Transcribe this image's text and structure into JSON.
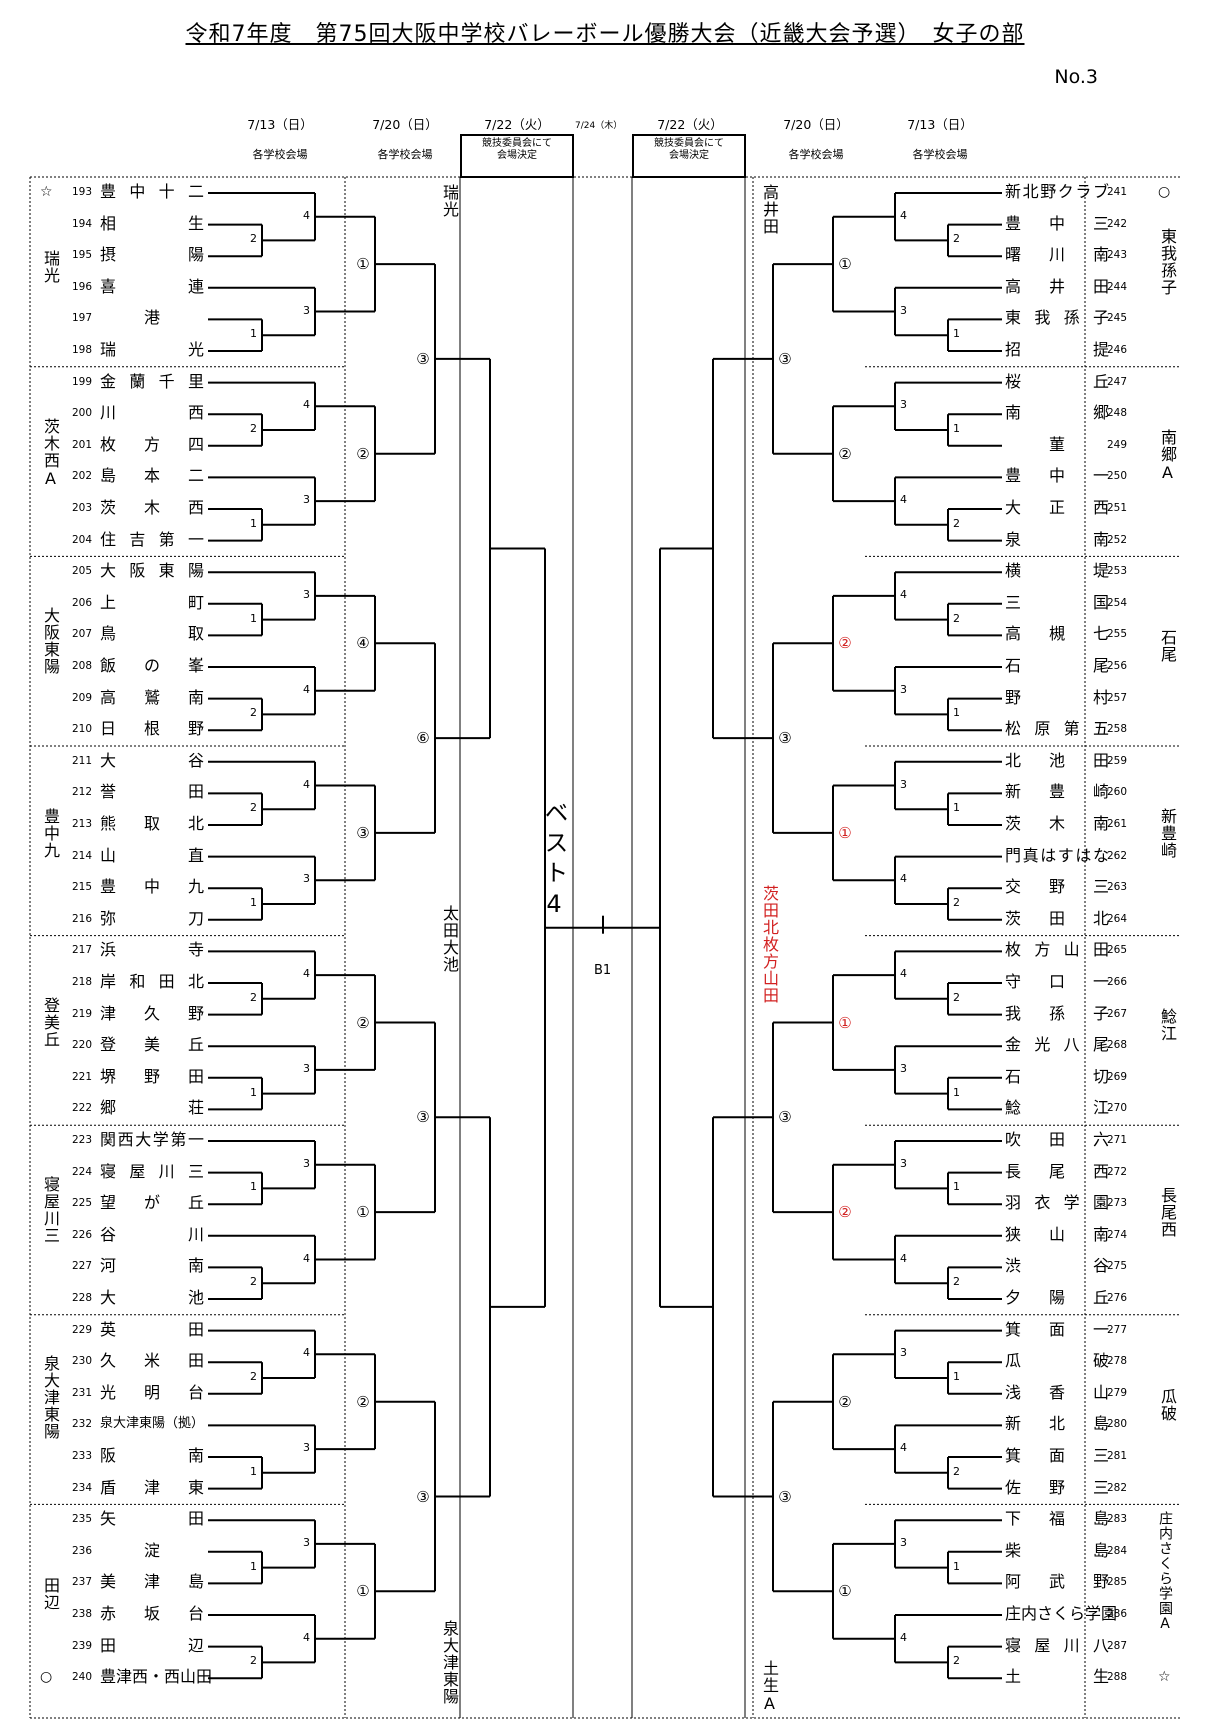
{
  "title": "令和7年度　第75回大阪中学校バレーボール優勝大会（近畿大会予選）　女子の部",
  "page_no": "No.3",
  "header": {
    "left_dates": [
      "7/13（日）",
      "7/20（日）",
      "7/22（火）"
    ],
    "left_venues": [
      "各学校会場",
      "各学校会場",
      "競技委員会にて\n会場決定"
    ],
    "center_date": "7/24（木）",
    "right_dates": [
      "7/22（火）",
      "7/20（日）",
      "7/13（日）"
    ],
    "right_venues": [
      "競技委員会にて\n会場決定",
      "各学校会場",
      "各学校会場"
    ]
  },
  "center": {
    "label": "ベスト4",
    "court": "B1"
  },
  "left_host_labels": [
    {
      "text": "瑞光",
      "red": false
    },
    {
      "text": "太田大池",
      "red": false
    },
    {
      "text": "泉大津東陽",
      "red": false
    }
  ],
  "right_host_labels": [
    {
      "text": "高井田",
      "red": false
    },
    {
      "text": "茨田北枚方山田",
      "red": true
    },
    {
      "text": "土生A",
      "red": false
    }
  ],
  "left_blocks": [
    {
      "host": "瑞光",
      "teams": [
        [
          "193",
          "豊中十二"
        ],
        [
          "194",
          "相生"
        ],
        [
          "195",
          "摂陽"
        ],
        [
          "196",
          "喜連"
        ],
        [
          "197",
          "港"
        ],
        [
          "198",
          "瑞光"
        ]
      ],
      "scores": [
        "4",
        "2",
        "1",
        "3"
      ],
      "r1": "①",
      "r1_red": false
    },
    {
      "host": "茨木西A",
      "teams": [
        [
          "199",
          "金蘭千里"
        ],
        [
          "200",
          "川西"
        ],
        [
          "201",
          "枚方四"
        ],
        [
          "202",
          "島本二"
        ],
        [
          "203",
          "茨木西"
        ],
        [
          "204",
          "住吉第一"
        ]
      ],
      "scores": [
        "4",
        "2",
        "1",
        "3"
      ],
      "r1": "②",
      "r1_red": false
    },
    {
      "host": "大阪東陽",
      "teams": [
        [
          "205",
          "大阪東陽"
        ],
        [
          "206",
          "上町"
        ],
        [
          "207",
          "鳥取"
        ],
        [
          "208",
          "飯の峯"
        ],
        [
          "209",
          "高鷲南"
        ],
        [
          "210",
          "日根野"
        ]
      ],
      "scores": [
        "3",
        "1",
        "2",
        "4"
      ],
      "r1": "④",
      "r1_red": false
    },
    {
      "host": "豊中九",
      "teams": [
        [
          "211",
          "大谷"
        ],
        [
          "212",
          "誉田"
        ],
        [
          "213",
          "熊取北"
        ],
        [
          "214",
          "山直"
        ],
        [
          "215",
          "豊中九"
        ],
        [
          "216",
          "弥刀"
        ]
      ],
      "scores": [
        "4",
        "2",
        "1",
        "3"
      ],
      "r1": "③",
      "r1_red": false
    },
    {
      "host": "登美丘",
      "teams": [
        [
          "217",
          "浜寺"
        ],
        [
          "218",
          "岸和田北"
        ],
        [
          "219",
          "津久野"
        ],
        [
          "220",
          "登美丘"
        ],
        [
          "221",
          "堺野田"
        ],
        [
          "222",
          "郷荘"
        ]
      ],
      "scores": [
        "4",
        "2",
        "1",
        "3"
      ],
      "r1": "②",
      "r1_red": false
    },
    {
      "host": "寝屋川三",
      "teams": [
        [
          "223",
          "関西大学第一"
        ],
        [
          "224",
          "寝屋川三"
        ],
        [
          "225",
          "望が丘"
        ],
        [
          "226",
          "谷川"
        ],
        [
          "227",
          "河南"
        ],
        [
          "228",
          "大池"
        ]
      ],
      "scores": [
        "3",
        "1",
        "2",
        "4"
      ],
      "r1": "①",
      "r1_red": false
    },
    {
      "host": "泉大津東陽",
      "teams": [
        [
          "229",
          "英田"
        ],
        [
          "230",
          "久米田"
        ],
        [
          "231",
          "光明台"
        ],
        [
          "232",
          "泉大津東陽（拠）"
        ],
        [
          "233",
          "阪南"
        ],
        [
          "234",
          "盾津東"
        ]
      ],
      "scores": [
        "4",
        "2",
        "1",
        "3"
      ],
      "r1": "②",
      "r1_red": false
    },
    {
      "host": "田辺",
      "teams": [
        [
          "235",
          "矢田"
        ],
        [
          "236",
          "淀"
        ],
        [
          "237",
          "美津島"
        ],
        [
          "238",
          "赤坂台"
        ],
        [
          "239",
          "田辺"
        ],
        [
          "240",
          "豊津西・西山田"
        ]
      ],
      "scores": [
        "3",
        "1",
        "2",
        "4"
      ],
      "r1": "①",
      "r1_red": false
    }
  ],
  "left_r2": [
    "③",
    "⑥",
    "③",
    "③"
  ],
  "right_blocks": [
    {
      "host": "東我孫子",
      "teams": [
        [
          "241",
          "新北野クラブ"
        ],
        [
          "242",
          "豊中三"
        ],
        [
          "243",
          "曙川南"
        ],
        [
          "244",
          "高井田"
        ],
        [
          "245",
          "東我孫子"
        ],
        [
          "246",
          "招提"
        ]
      ],
      "scores": [
        "4",
        "2",
        "1",
        "3"
      ],
      "r1": "①",
      "r1_red": false
    },
    {
      "host": "南郷A",
      "teams": [
        [
          "247",
          "桜丘"
        ],
        [
          "248",
          "南郷"
        ],
        [
          "249",
          "菫"
        ],
        [
          "250",
          "豊中一"
        ],
        [
          "251",
          "大正西"
        ],
        [
          "252",
          "泉南"
        ]
      ],
      "scores": [
        "3",
        "1",
        "2",
        "4"
      ],
      "r1": "②",
      "r1_red": false
    },
    {
      "host": "石尾",
      "teams": [
        [
          "253",
          "横堤"
        ],
        [
          "254",
          "三国"
        ],
        [
          "255",
          "高槻七"
        ],
        [
          "256",
          "石尾"
        ],
        [
          "257",
          "野村"
        ],
        [
          "258",
          "松原第五"
        ]
      ],
      "scores": [
        "4",
        "2",
        "1",
        "3"
      ],
      "r1": "②",
      "r1_red": true
    },
    {
      "host": "新豊崎",
      "teams": [
        [
          "259",
          "北池田"
        ],
        [
          "260",
          "新豊崎"
        ],
        [
          "261",
          "茨木南"
        ],
        [
          "262",
          "門真はすはな"
        ],
        [
          "263",
          "交野三"
        ],
        [
          "264",
          "茨田北"
        ]
      ],
      "scores": [
        "3",
        "1",
        "2",
        "4"
      ],
      "r1": "①",
      "r1_red": true
    },
    {
      "host": "鯰江",
      "teams": [
        [
          "265",
          "枚方山田"
        ],
        [
          "266",
          "守口一"
        ],
        [
          "267",
          "我孫子"
        ],
        [
          "268",
          "金光八尾"
        ],
        [
          "269",
          "石切"
        ],
        [
          "270",
          "鯰江"
        ]
      ],
      "scores": [
        "4",
        "2",
        "1",
        "3"
      ],
      "r1": "①",
      "r1_red": true
    },
    {
      "host": "長尾西",
      "teams": [
        [
          "271",
          "吹田六"
        ],
        [
          "272",
          "長尾西"
        ],
        [
          "273",
          "羽衣学園"
        ],
        [
          "274",
          "狭山南"
        ],
        [
          "275",
          "渋谷"
        ],
        [
          "276",
          "夕陽丘"
        ]
      ],
      "scores": [
        "3",
        "1",
        "2",
        "4"
      ],
      "r1": "②",
      "r1_red": true
    },
    {
      "host": "瓜破",
      "teams": [
        [
          "277",
          "箕面一"
        ],
        [
          "278",
          "瓜破"
        ],
        [
          "279",
          "浅香山"
        ],
        [
          "280",
          "新北島"
        ],
        [
          "281",
          "箕面三"
        ],
        [
          "282",
          "佐野三"
        ]
      ],
      "scores": [
        "3",
        "1",
        "2",
        "4"
      ],
      "r1": "②",
      "r1_red": false
    },
    {
      "host": "庄内さくら学園A",
      "teams": [
        [
          "283",
          "下福島"
        ],
        [
          "284",
          "柴島"
        ],
        [
          "285",
          "阿武野"
        ],
        [
          "286",
          "庄内さくら学園"
        ],
        [
          "287",
          "寝屋川八"
        ],
        [
          "288",
          "土生"
        ]
      ],
      "scores": [
        "3",
        "1",
        "2",
        "4"
      ],
      "r1": "①",
      "r1_red": false
    }
  ],
  "right_r2": [
    "③",
    "③",
    "③",
    "③"
  ],
  "marks": {
    "left_top": "☆",
    "left_bottom": "○",
    "right_top": "○",
    "right_bottom": "☆"
  },
  "colors": {
    "line": "#000000",
    "accent_red": "#d22020"
  }
}
